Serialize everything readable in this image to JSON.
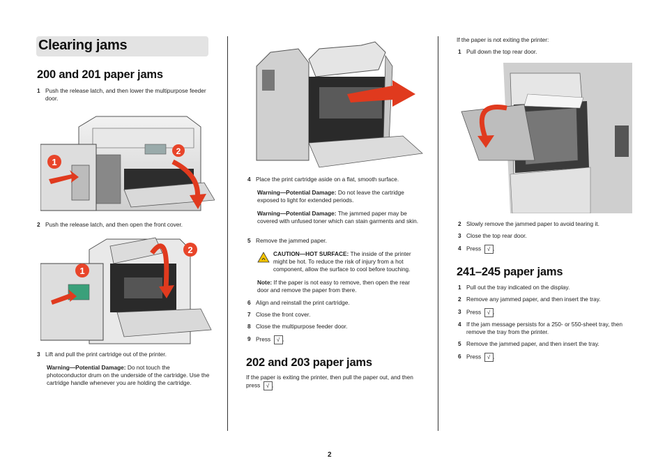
{
  "page": {
    "number": "2"
  },
  "title": "Clearing jams",
  "sections": {
    "s200": {
      "heading": "200 and 201 paper jams",
      "steps": [
        {
          "n": "1",
          "text": "Push the release latch, and then lower the multipurpose feeder door."
        },
        {
          "n": "2",
          "text": "Push the release latch, and then open the front cover."
        },
        {
          "n": "3",
          "text": "Lift and pull the print cartridge out of the printer."
        },
        {
          "n": "4",
          "text": "Place the print cartridge aside on a flat, smooth surface."
        },
        {
          "n": "5",
          "text": "Remove the jammed paper."
        },
        {
          "n": "6",
          "text": "Align and reinstall the print cartridge."
        },
        {
          "n": "7",
          "text": "Close the front cover."
        },
        {
          "n": "8",
          "text": "Close the multipurpose feeder door."
        },
        {
          "n": "9",
          "text": "Press"
        }
      ],
      "warning1": {
        "label": "Warning—Potential Damage:",
        "text": " Do not touch the photoconductor drum on the underside of the cartridge. Use the cartridge handle whenever you are holding the cartridge."
      },
      "warning2": {
        "label": "Warning—Potential Damage:",
        "text": " Do not leave the cartridge exposed to light for extended periods."
      },
      "warning3": {
        "label": "Warning—Potential Damage:",
        "text": " The jammed paper may be covered with unfused toner which can stain garments and skin."
      },
      "caution": {
        "label": "CAUTION—HOT SURFACE:",
        "text": " The inside of the printer might be hot. To reduce the risk of injury from a hot component, allow the surface to cool before touching."
      },
      "note": {
        "label": "Note:",
        "text": " If the paper is not easy to remove, then open the rear door and remove the paper from there."
      }
    },
    "s202": {
      "heading": "202 and 203 paper jams",
      "intro": "If the paper is exiting the printer, then pull the paper out, and then press",
      "intro_cont": "If the paper is not exiting the printer:",
      "steps": [
        {
          "n": "1",
          "text": "Pull down the top rear door."
        },
        {
          "n": "2",
          "text": "Slowly remove the jammed paper to avoid tearing it."
        },
        {
          "n": "3",
          "text": "Close the top rear door."
        },
        {
          "n": "4",
          "text": "Press"
        }
      ]
    },
    "s241": {
      "heading": "241–245 paper jams",
      "steps": [
        {
          "n": "1",
          "text": "Pull out the tray indicated on the display."
        },
        {
          "n": "2",
          "text": "Remove any jammed paper, and then insert the tray."
        },
        {
          "n": "3",
          "text": "Press"
        },
        {
          "n": "4",
          "text": "If the jam message persists for a 250- or 550-sheet tray, then remove the tray from the printer."
        },
        {
          "n": "5",
          "text": "Remove the jammed paper, and then insert the tray."
        },
        {
          "n": "6",
          "text": "Press"
        }
      ]
    }
  },
  "check_symbol": "√",
  "callouts": {
    "one": "1",
    "two": "2"
  },
  "colors": {
    "callout": "#e8452a",
    "arrow": "#e03a1e",
    "banner": "#e3e3e3"
  }
}
